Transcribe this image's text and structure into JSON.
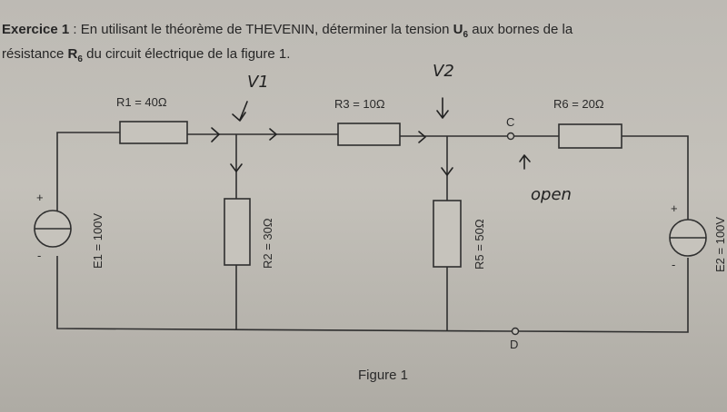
{
  "exercise": {
    "title": "Exercice 1",
    "intro": " : En utilisant le théorème de THEVENIN, déterminer la tension ",
    "voltage_symbol": "U",
    "voltage_sub": "6",
    "mid": " aux bornes de la",
    "line2_start": "résistance ",
    "res_symbol": "R",
    "res_sub": "6",
    "line2_end": " du circuit électrique de la figure 1."
  },
  "circuit": {
    "R1": "R1 = 40Ω",
    "R2": "R2 = 30Ω",
    "R3": "R3 = 10Ω",
    "R5": "R5 = 50Ω",
    "R6": "R6 = 20Ω",
    "E1": "E1 = 100V",
    "E2": "E2 = 100V",
    "node_C": "C",
    "node_D": "D",
    "plus_sign": "+",
    "minus_sign": "-"
  },
  "annotations": {
    "V1": "V1",
    "V2": "V2",
    "open": "open"
  },
  "figure": {
    "caption": "Figure 1"
  }
}
